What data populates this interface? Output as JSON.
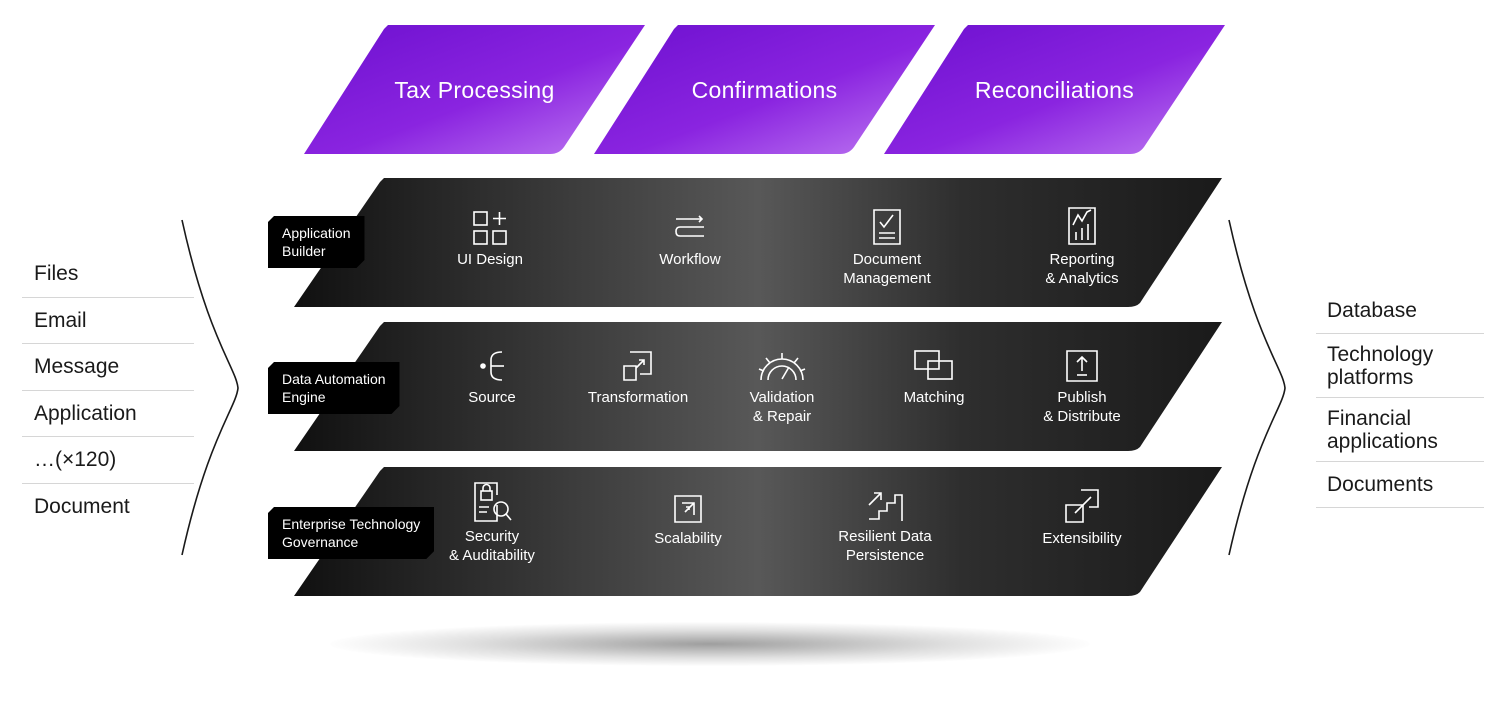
{
  "inputs": [
    "Files",
    "Email",
    "Message",
    "Application",
    "…(×120)",
    "Document"
  ],
  "outputs": [
    "Database",
    "Technology\nplatforms",
    "Financial\napplications",
    "Documents"
  ],
  "solutions": [
    "Tax Processing",
    "Confirmations",
    "Reconciliations"
  ],
  "layers": [
    {
      "tag": "Application\nBuilder",
      "features": [
        {
          "label": "UI Design",
          "icon": "ui-design-icon"
        },
        {
          "label": "Workflow",
          "icon": "workflow-icon"
        },
        {
          "label": "Document\nManagement",
          "icon": "document-management-icon"
        },
        {
          "label": "Reporting\n& Analytics",
          "icon": "reporting-analytics-icon"
        }
      ]
    },
    {
      "tag": "Data Automation\nEngine",
      "features": [
        {
          "label": "Source",
          "icon": "source-icon"
        },
        {
          "label": "Transformation",
          "icon": "transformation-icon"
        },
        {
          "label": "Validation\n& Repair",
          "icon": "validation-repair-icon"
        },
        {
          "label": "Matching",
          "icon": "matching-icon"
        },
        {
          "label": "Publish\n& Distribute",
          "icon": "publish-distribute-icon"
        }
      ]
    },
    {
      "tag": "Enterprise Technology\nGovernance",
      "features": [
        {
          "label": "Security\n& Auditability",
          "icon": "security-auditability-icon"
        },
        {
          "label": "Scalability",
          "icon": "scalability-icon"
        },
        {
          "label": "Resilient Data\nPersistence",
          "icon": "resilient-data-icon"
        },
        {
          "label": "Extensibility",
          "icon": "extensibility-icon"
        }
      ]
    }
  ],
  "colors": {
    "purple_dark": "#7a16d6",
    "purple_light": "#b46af0",
    "layer_dark": "#141414",
    "layer_light": "#5a5a5a",
    "tag_bg": "#000000",
    "divider": "#d6d6d6"
  }
}
